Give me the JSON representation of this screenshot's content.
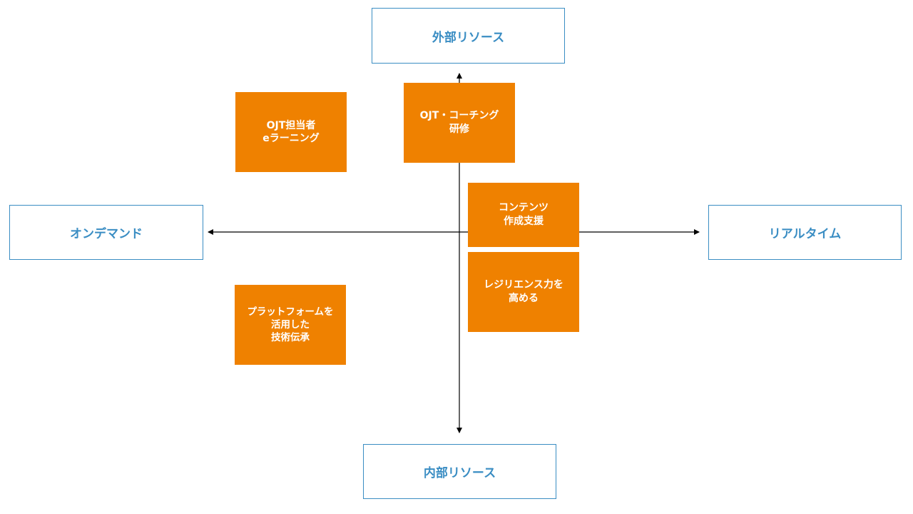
{
  "axes": {
    "top": "外部リソース",
    "bottom": "内部リソース",
    "left": "オンデマンド",
    "right": "リアルタイム"
  },
  "items": {
    "ojt_elearning": "OJT担当者\neラーニング",
    "ojt_coaching": "OJT・コーチング\n研修",
    "contents": "コンテンツ\n作成支援",
    "resilience": "レジリエンス力を\n高める",
    "platform": "プラットフォームを\n活用した\n技術伝承"
  },
  "colors": {
    "axis_border": "#3a8dc3",
    "axis_text": "#3a8dc3",
    "item_fill": "#ef8100",
    "item_text": "#ffffff",
    "arrow": "#000000"
  }
}
